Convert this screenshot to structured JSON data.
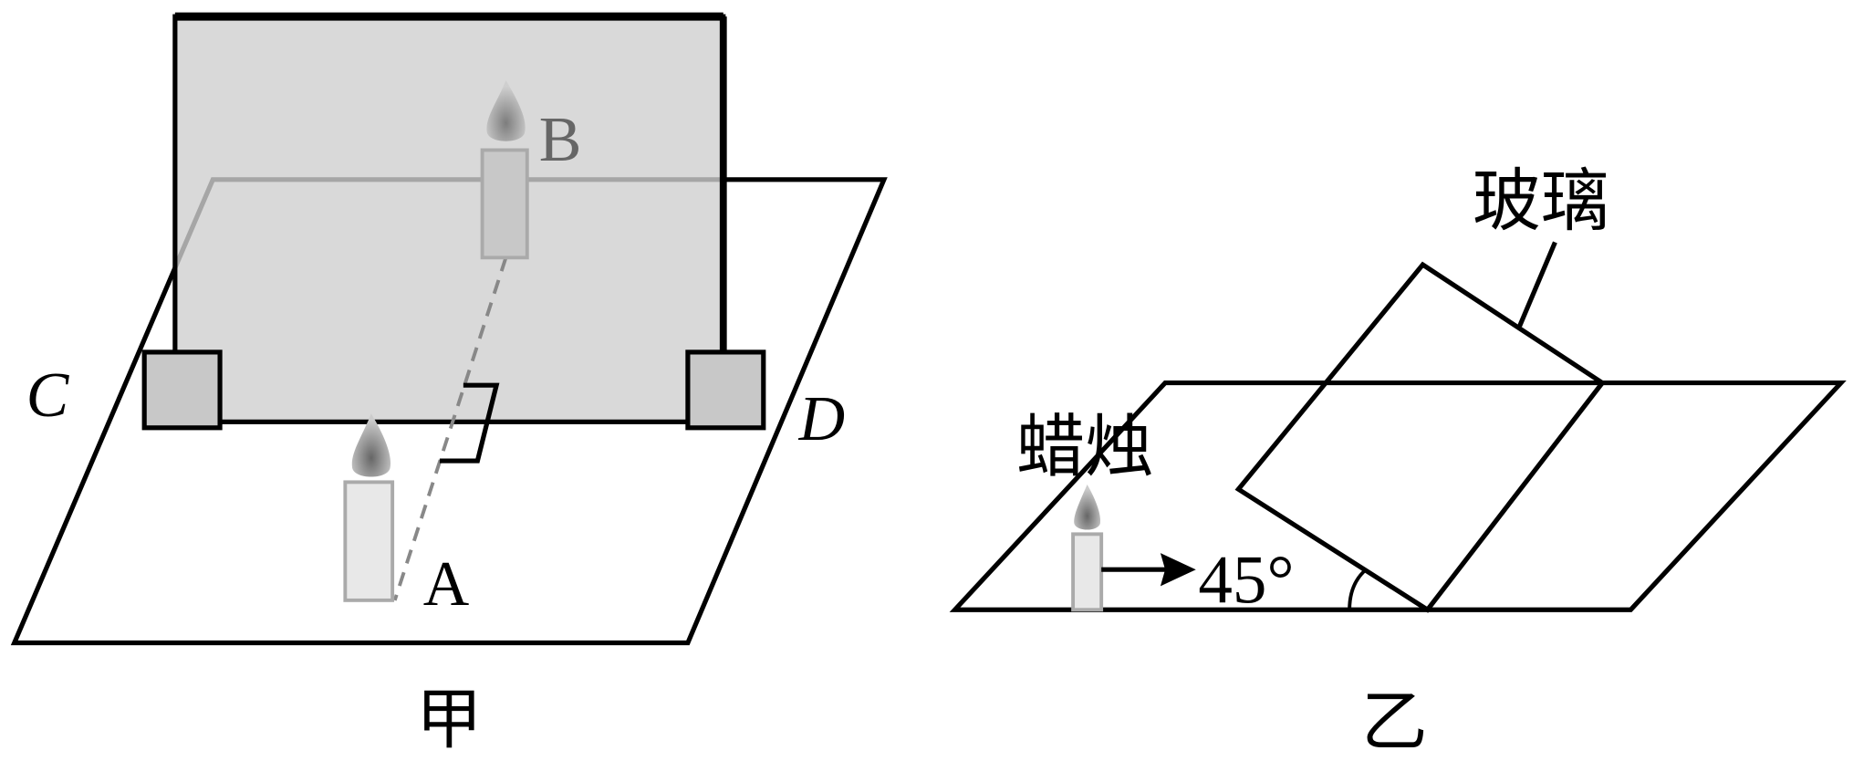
{
  "figure_left": {
    "caption": "甲",
    "label_c": "C",
    "label_d": "D",
    "label_a": "A",
    "label_b": "B"
  },
  "figure_right": {
    "caption": "乙",
    "glass_label": "玻璃",
    "candle_label": "蜡烛",
    "angle_label": "45°"
  },
  "colors": {
    "glass_fill": "#d0d0d0",
    "block_fill": "#c8c8c8",
    "candle_fill": "#e8e8e8",
    "line": "#000000"
  }
}
